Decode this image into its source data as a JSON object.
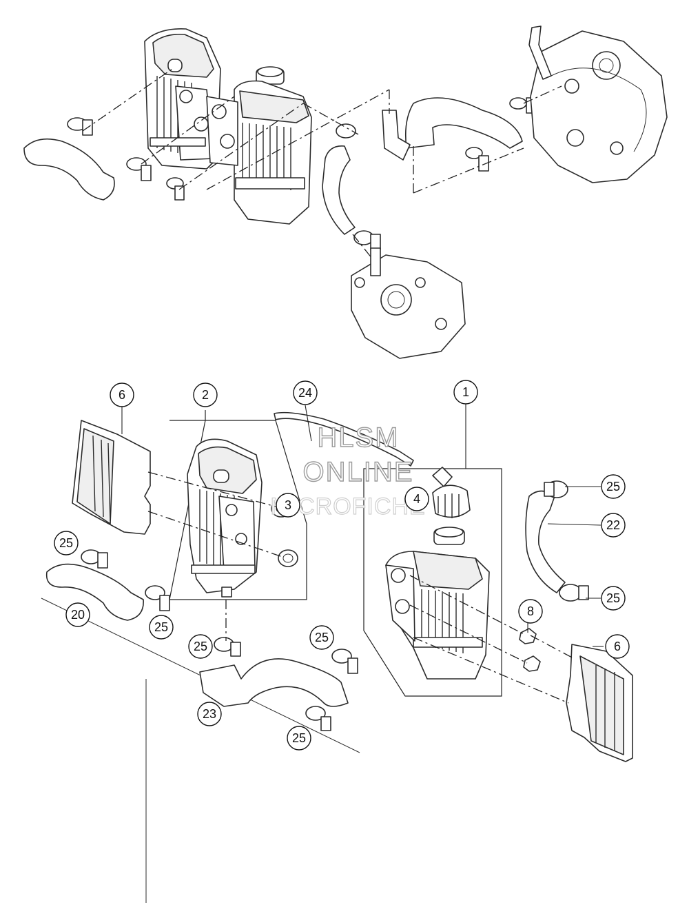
{
  "watermark": {
    "line1": "HLSM",
    "line2": "ONLINE",
    "line3": "MICROFICHE"
  },
  "callouts": [
    {
      "id": "c6a",
      "label": "6"
    },
    {
      "id": "c2",
      "label": "2"
    },
    {
      "id": "c24",
      "label": "24"
    },
    {
      "id": "c1",
      "label": "1"
    },
    {
      "id": "c3",
      "label": "3"
    },
    {
      "id": "c4",
      "label": "4"
    },
    {
      "id": "c25a",
      "label": "25"
    },
    {
      "id": "c22",
      "label": "22"
    },
    {
      "id": "c25b",
      "label": "25"
    },
    {
      "id": "c25c",
      "label": "25"
    },
    {
      "id": "c20",
      "label": "20"
    },
    {
      "id": "c25d",
      "label": "25"
    },
    {
      "id": "c8",
      "label": "8"
    },
    {
      "id": "c25e",
      "label": "25"
    },
    {
      "id": "c25f",
      "label": "25"
    },
    {
      "id": "c6b",
      "label": "6"
    },
    {
      "id": "c23",
      "label": "23"
    },
    {
      "id": "c25g",
      "label": "25"
    }
  ]
}
